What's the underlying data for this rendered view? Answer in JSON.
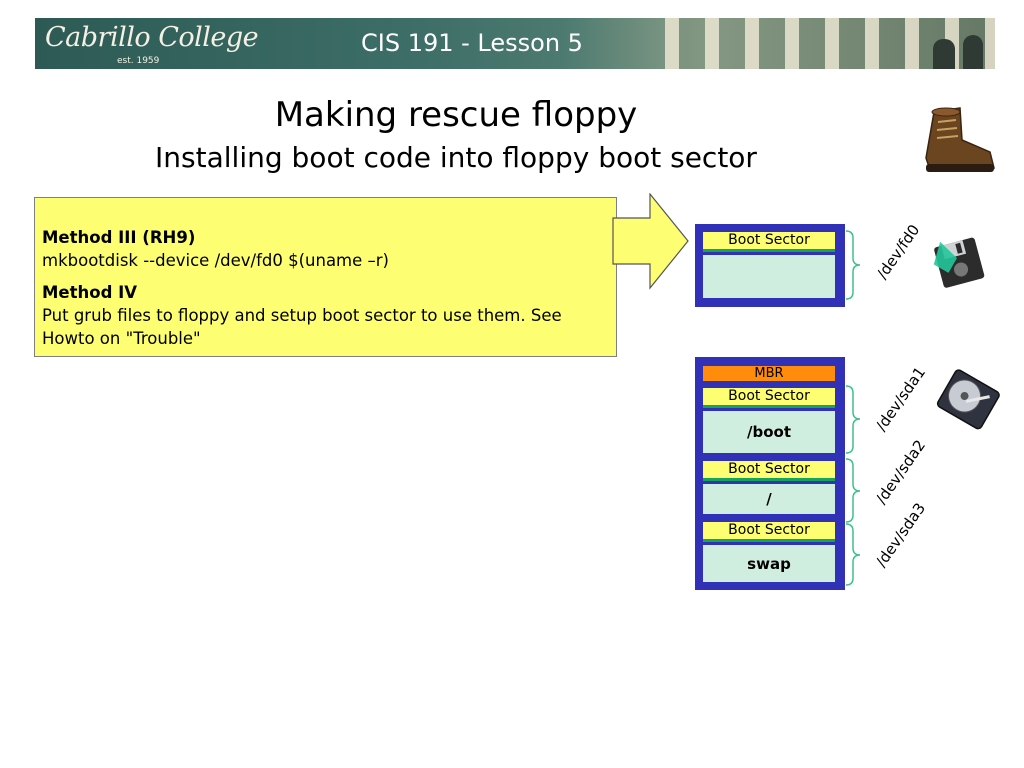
{
  "banner": {
    "logo_text": "Cabrillo College",
    "logo_est": "est. 1959",
    "title": "CIS 191 - Lesson 5"
  },
  "slide": {
    "title": "Making rescue floppy",
    "subtitle": "Installing boot code into floppy boot sector"
  },
  "note": {
    "method3_heading": "Method III (RH9)",
    "method3_text": "mkbootdisk --device /dev/fd0 $(uname –r)",
    "method4_heading": "Method IV",
    "method4_text": "Put grub files to floppy and setup boot sector to use them.  See Howto on \"Trouble\""
  },
  "floppy": {
    "boot_sector": "Boot Sector",
    "device": "/dev/fd0"
  },
  "harddisk": {
    "mbr": "MBR",
    "partitions": [
      {
        "boot_sector": "Boot Sector",
        "name": "/boot",
        "device": "/dev/sda1"
      },
      {
        "boot_sector": "Boot Sector",
        "name": "/",
        "device": "/dev/sda2"
      },
      {
        "boot_sector": "Boot Sector",
        "name": "swap",
        "device": "/dev/sda3"
      }
    ]
  },
  "icons": [
    "boot-icon",
    "floppy-disk-icon",
    "hard-drive-icon"
  ],
  "colors": {
    "note_bg": "#fdfe71",
    "disk_frame": "#3131b8",
    "boot_sector_bg": "#fdfe71",
    "partition_bg": "#cfeee0",
    "mbr_bg": "#ff8c0a",
    "divider": "#16a35b",
    "brace": "#3fc08a"
  }
}
